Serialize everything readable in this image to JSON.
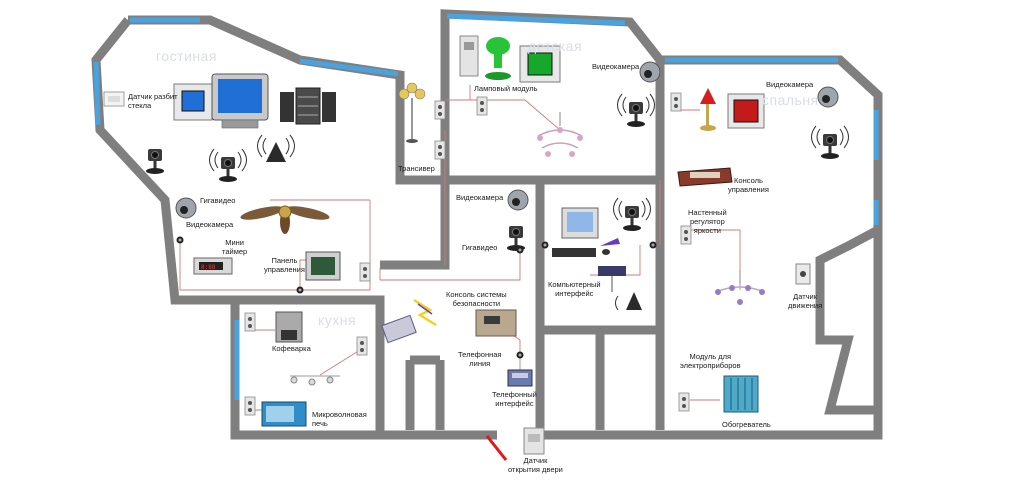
{
  "rooms": {
    "living": "гостиная",
    "nursery": "детская",
    "bedroom": "спальня",
    "kitchen": "кухня"
  },
  "labels": {
    "glass_break": [
      "Датчик разбит",
      "стекла"
    ],
    "lamp_module": "Ламповый модуль",
    "camera_nursery": "Видеокамера",
    "camera_bedroom": "Видеокамера",
    "gigavideo_living": "Гигавидео",
    "camera_living": "Видеокамера",
    "mini_timer": [
      "Мини",
      "таймер"
    ],
    "control_panel": [
      "Панель",
      "управления"
    ],
    "transceiver": "Трансивер",
    "camera_hall": "Видеокамера",
    "gigavideo_hall": "Гигавидео",
    "control_console": [
      "Консоль",
      "управления"
    ],
    "dimmer": [
      "Настенный",
      "регулятор",
      "яркости"
    ],
    "computer_interface": [
      "Компьютерный",
      "интерфейс"
    ],
    "security_console": [
      "Консоль системы",
      "безопасности"
    ],
    "phone_line": [
      "Телефонная",
      "линия"
    ],
    "phone_interface": [
      "Телефонный",
      "интерфейс"
    ],
    "coffee_maker": "Кофеварка",
    "microwave": [
      "Микроволновая",
      "печь"
    ],
    "appliance_module": [
      "Модуль для",
      "электроприборов"
    ],
    "heater": "Обогреватель",
    "motion_sensor": [
      "Датчик",
      "движения"
    ],
    "door_sensor": [
      "Датчик",
      "открытия двери"
    ]
  },
  "colors": {
    "wall": "#7f7f7f",
    "window": "#4aa3df",
    "wire": "#d07a7a",
    "tv_screen": "#1f6fd6",
    "green_screen": "#16a82a",
    "red_screen": "#c41a1a",
    "lamp_red": "#d61e1e",
    "phone_yellow": "#f2d21b",
    "phone_purple": "#6b3bbd"
  },
  "icons": [
    "tv-icon",
    "stereo-icon",
    "camera-icon",
    "lamp-icon",
    "chandelier-icon",
    "fan-icon",
    "computer-icon",
    "phone-icon",
    "heater-icon",
    "sensor-icon",
    "outlet-icon",
    "timer-icon",
    "keypad-icon",
    "microwave-icon",
    "coffee-icon",
    "console-icon"
  ]
}
